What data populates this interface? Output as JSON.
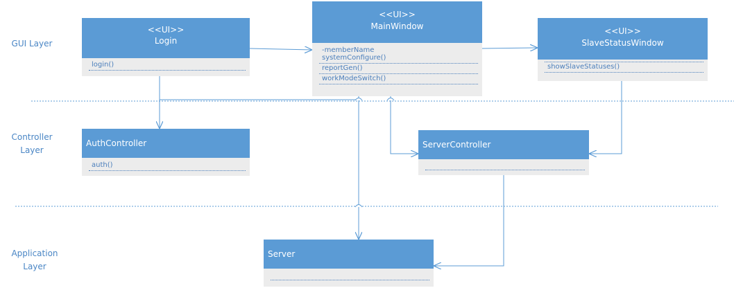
{
  "layers": {
    "gui": "GUI Layer",
    "controller": "Controller Layer",
    "application": "Application Layer"
  },
  "classes": {
    "login": {
      "stereotype": "<<UI>>",
      "name": "Login",
      "methods": [
        "login()"
      ]
    },
    "main_window": {
      "stereotype": "<<UI>>",
      "name": "MainWindow",
      "attributes": [
        "-memberName"
      ],
      "methods": [
        "systemConfigure()",
        "reportGen()",
        "workModeSwitch()"
      ]
    },
    "slave_status_window": {
      "stereotype": "<<UI>>",
      "name": "SlaveStatusWindow",
      "methods": [
        "showSlaveStatuses()"
      ]
    },
    "auth_controller": {
      "name": "AuthController",
      "methods": [
        "auth()"
      ]
    },
    "server_controller": {
      "name": "ServerController",
      "methods": []
    },
    "server": {
      "name": "Server",
      "methods": []
    }
  },
  "colors": {
    "header_fill": "#5b9bd5",
    "body_fill": "#ececec",
    "line": "#5b9bd5",
    "text_dark_blue": "#4a7ebb"
  }
}
